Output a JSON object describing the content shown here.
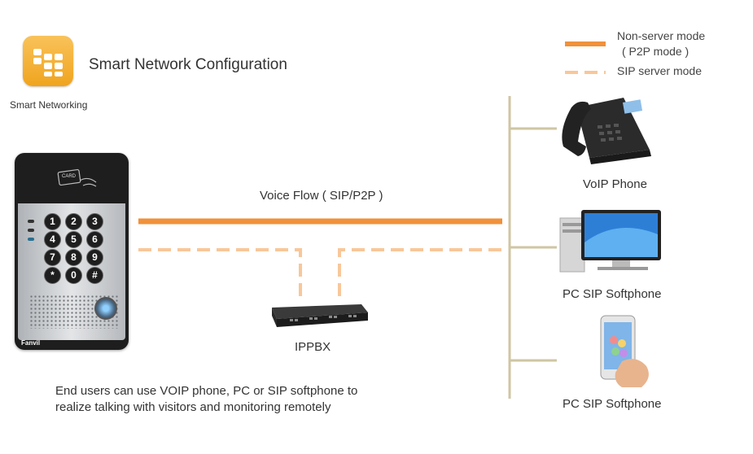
{
  "header": {
    "title": "Smart Network Configuration",
    "icon_label": "Smart Networking"
  },
  "legend": {
    "solid_label_1": "Non-server mode",
    "solid_label_2": "( P2P mode )",
    "dashed_label": "SIP server mode"
  },
  "flow_label": "Voice Flow ( SIP/P2P )",
  "nodes": {
    "ippbx": "IPPBX",
    "voip_phone": "VoIP Phone",
    "pc_softphone": "PC SIP Softphone",
    "mobile_softphone": "PC SIP Softphone"
  },
  "device": {
    "card_text": "CARD",
    "brand": "Fanvil",
    "keys": [
      "1",
      "2",
      "3",
      "4",
      "5",
      "6",
      "7",
      "8",
      "9",
      "*",
      "0",
      "#"
    ]
  },
  "caption": {
    "line1": "End users can use VOIP phone, PC or SIP softphone to",
    "line2": "realize talking with visitors and monitoring remotely"
  },
  "colors": {
    "solid_line": "#f0913a",
    "dashed_line": "#f8c79a",
    "bus_line": "#cfc6a3",
    "icon_bg": "#f2aa2a"
  }
}
